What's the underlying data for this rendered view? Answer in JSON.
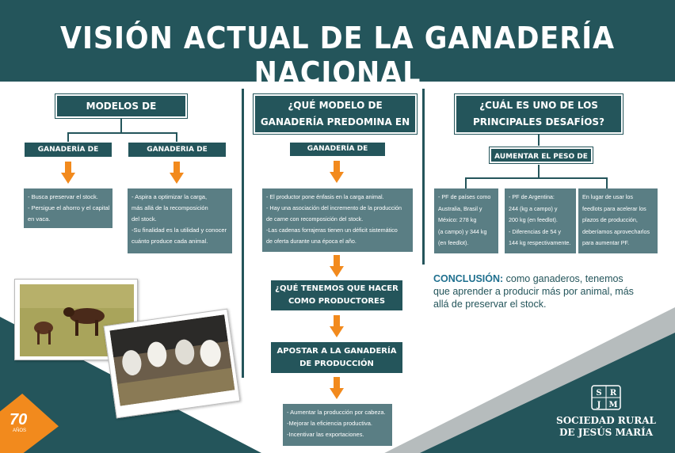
{
  "header": {
    "title": "VISIÓN ACTUAL DE LA GANADERÍA NACIONAL"
  },
  "col1": {
    "title": "MODELOS DE GANADERÍA",
    "left_label": "GANADERÍA DE TENENCIA",
    "right_label": "GANADERIA DE PRODUCCIÓN",
    "left_info": [
      "- Busca preservar el stock.",
      "- Persigue el ahorro y el capital",
      "en vaca."
    ],
    "right_info": [
      "- Aspira a optimizar la carga,",
      "más allá de la recomposición",
      "del stock.",
      "-Su finalidad es la utilidad y conocer",
      "cuánto produce cada animal."
    ]
  },
  "col2": {
    "title": "¿QUÉ MODELO DE GANADERÍA PREDOMINA EN ARGENTINA?",
    "label": "GANADERÍA DE TENENCIA",
    "info": [
      "- El productor pone énfasis en la carga animal.",
      "- Hay una asociación del incremento de la producción",
      "de carne con recomposición del stock.",
      "-Las cadenas forrajeras tienen un déficit sistemático",
      "de oferta durante una época el año."
    ],
    "question": "¿QUÉ TENEMOS QUE HACER COMO PRODUCTORES GANADEROS?",
    "answer": "APOSTAR A LA GANADERÍA DE PRODUCCIÓN",
    "final_info": [
      "- Aumentar la producción por cabeza.",
      "-Mejorar la eficiencia productiva.",
      "-Incentivar las exportaciones."
    ]
  },
  "col3": {
    "title": "¿CUÁL ES UNO DE LOS PRINCIPALES DESAFÍOS?",
    "label": "AUMENTAR EL PESO DE FAENA",
    "box1": [
      "- PF de países como",
      "Australia, Brasil y",
      "México: 278 kg",
      "(a campo) y 344 kg",
      "(en feedlot)."
    ],
    "box2": [
      "- PF de Argentina:",
      "244 (kg a campo) y",
      "200 kg (en feedlot).",
      "- Diferencias de 54 y",
      "144 kg respectivamente."
    ],
    "box3": [
      "En lugar de usar los",
      "feedlots para acelerar los",
      "plazos de producción,",
      "deberíamos aprovecharlos",
      "para aumentar PF."
    ],
    "conclusion_label": "CONCLUSIÓN:",
    "conclusion_text": " como ganaderos, tenemos que aprender a producir más por animal, más allá de preservar el stock."
  },
  "badge": {
    "number": "70",
    "text": "AÑOS"
  },
  "logo": {
    "seal_text": "SRJM",
    "name_line1": "SOCIEDAD RURAL",
    "name_line2": "DE JESÚS MARÍA"
  },
  "colors": {
    "dark_teal": "#24555b",
    "mid_teal": "#5a7e84",
    "orange": "#f28a1d"
  }
}
